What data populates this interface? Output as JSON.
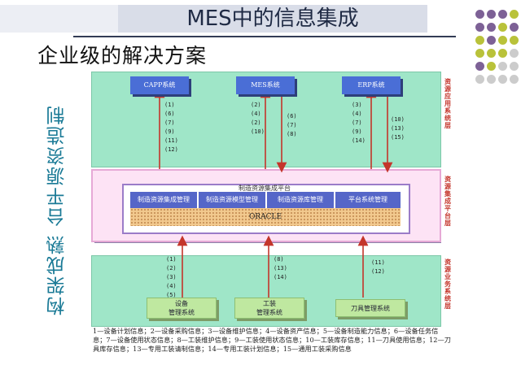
{
  "header": {
    "title": "MES中的信息集成",
    "subtitle": "企业级的解决方案"
  },
  "left_banner": "构架成熟 台平源资造制",
  "layers": {
    "top_label": "资源应用系统层",
    "mid_label": "资源集成平台层",
    "bottom_label": "资源业务系统层"
  },
  "top_systems": [
    {
      "label": "CAPP系统",
      "nums": "(1)\n(6)\n(7)\n(9)\n(11)\n(12)"
    },
    {
      "label": "MES系统",
      "nums": "(2)\n(4)\n(2)\n(10)"
    },
    {
      "label": "ERP系统",
      "nums": "(3)\n(4)\n(7)\n(9)\n(14)"
    }
  ],
  "top_return_nums": [
    "(6)\n(7)\n(8)",
    "(10)\n(13)\n(15)"
  ],
  "platform": {
    "title": "制造资源集成平台",
    "modules": [
      "制造资源集成管理",
      "制造资源模型管理",
      "制造资源库管理",
      "平台系统管理"
    ],
    "db": "ORACLE"
  },
  "bottom_systems": [
    {
      "label": "设备\n管理系统",
      "nums": "(1)\n(2)\n(3)\n(4)\n(5)"
    },
    {
      "label": "工装\n管理系统",
      "nums": "(8)\n(13)\n(14)"
    },
    {
      "label": "刀具管理系统",
      "nums": "(11)\n(12)"
    }
  ],
  "legend": "1—设备计划信息；2—设备采购信息；3—设备维护信息；4—设备资产信息；5—设备制造能力信息；6—设备任务信息；7—设备使用状态信息；8—工装维护信息；9—工装使用状态信息；10—工装库存信息；11—刀具使用信息；12—刀具库存信息；13—专用工装请制信息；14—专用工装计划信息；15—通用工装采购信息",
  "colors": {
    "band": "#9fe6c8",
    "module": "#5566c8",
    "arrow": "#c4352b",
    "system": "#4a6ed6"
  }
}
